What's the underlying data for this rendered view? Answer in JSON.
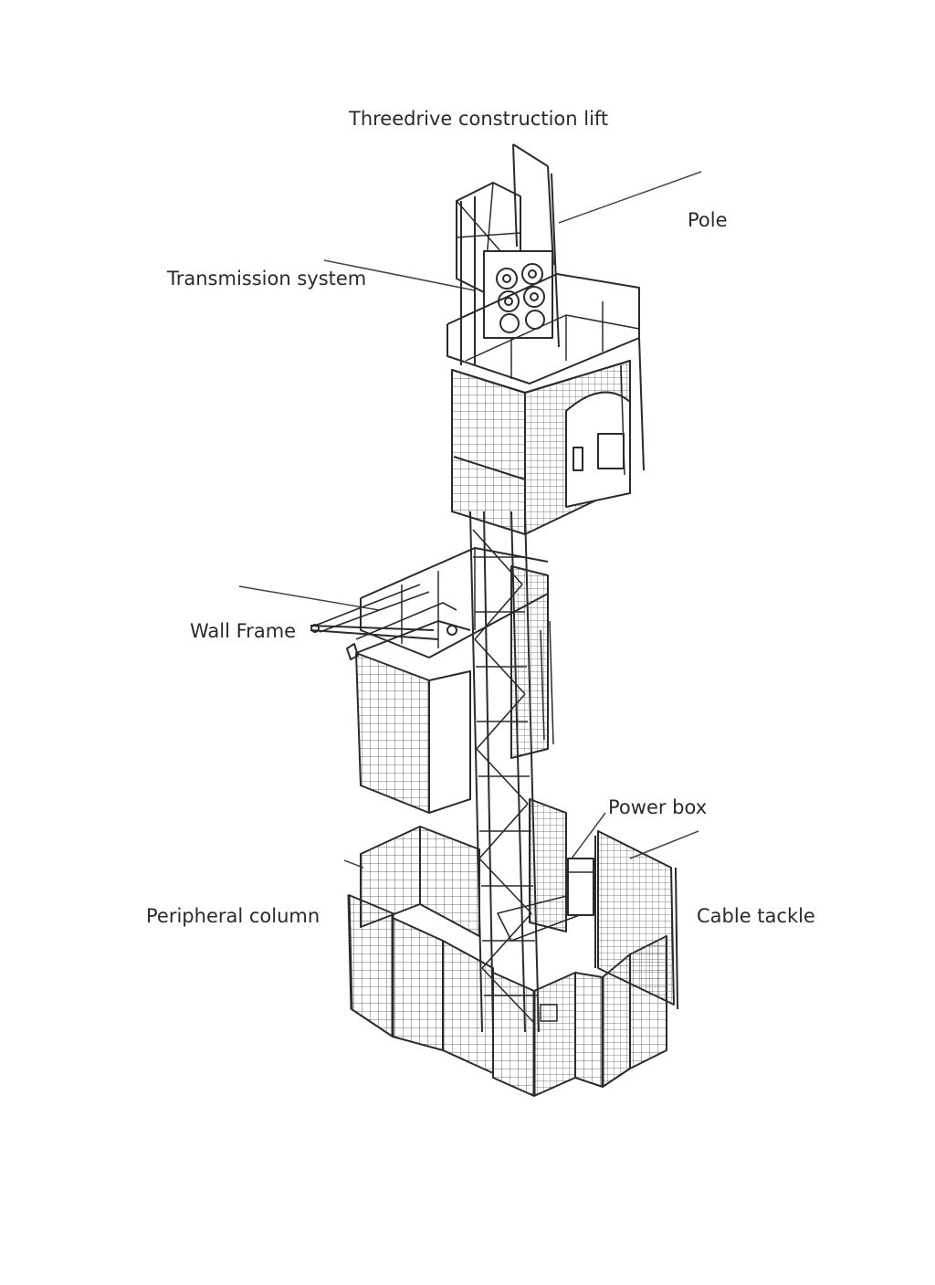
{
  "title": "Threedrive construction lift",
  "labels": {
    "pole": "Pole",
    "transmission_system": "Transmission system",
    "wall_frame": "Wall Frame",
    "power_box": "Power box",
    "peripheral_column": "Peripheral column",
    "cable_tackle": "Cable tackle"
  },
  "colors": {
    "line": "#2b2b2b",
    "background": "#ffffff"
  }
}
